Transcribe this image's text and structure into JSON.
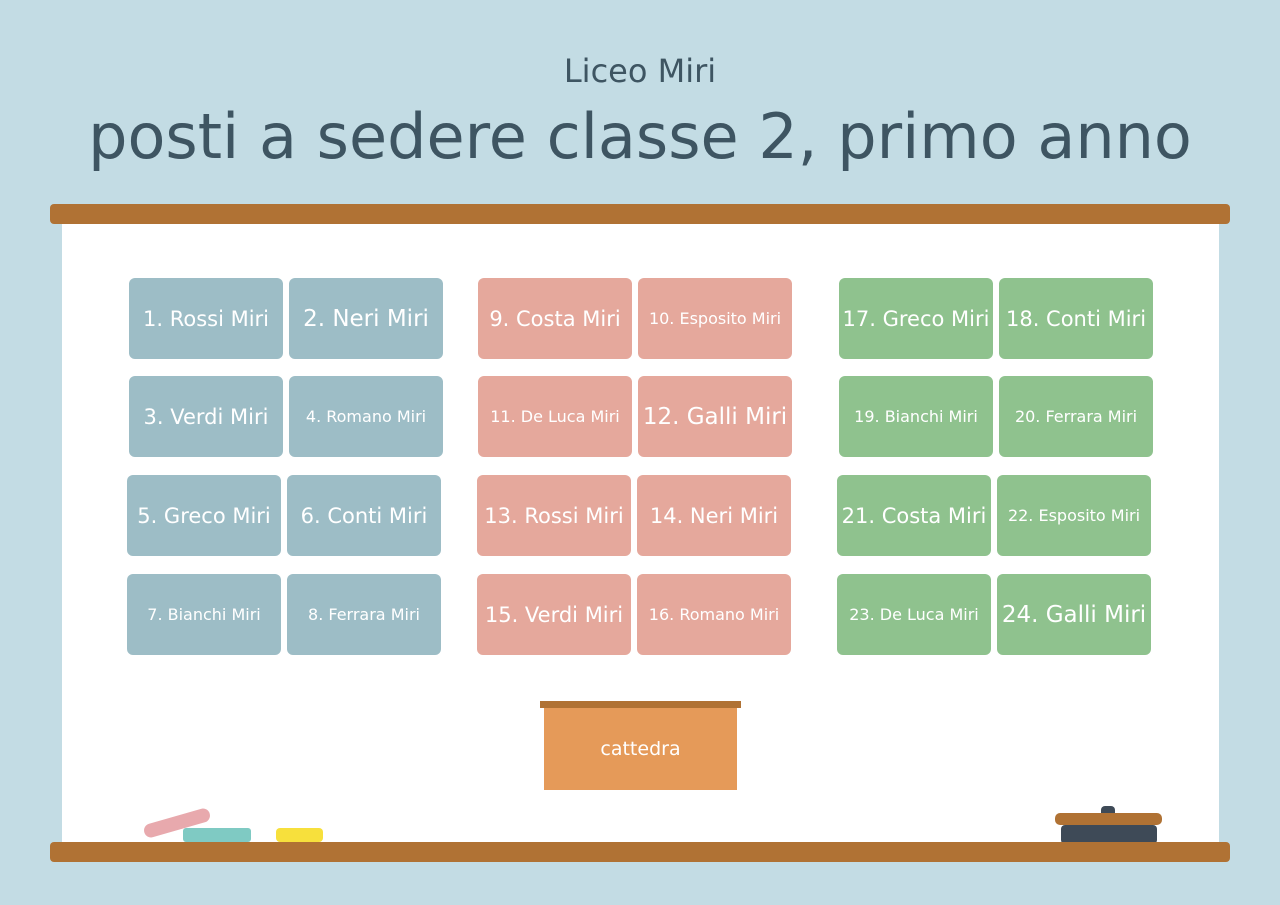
{
  "header": {
    "school": "Liceo Miri",
    "title": "posti a sedere classe 2, primo anno"
  },
  "colors": {
    "background": "#c3dce4",
    "rail": "#b07234",
    "group_1": "#9dbdc6",
    "group_2": "#e5a89c",
    "group_3": "#8fc28e",
    "teacher_desk": "#e59a59",
    "chalk": [
      "#e8a9ad",
      "#7fcac3",
      "#f7e03c"
    ],
    "eraser": "#3e4a57"
  },
  "desks": [
    "1. Rossi Miri",
    "2. Neri Miri",
    "3. Verdi Miri",
    "4. Romano Miri",
    "5. Greco Miri",
    "6. Conti Miri",
    "7. Bianchi Miri",
    "8. Ferrara Miri",
    "9. Costa Miri",
    "10. Esposito Miri",
    "11. De Luca Miri",
    "12. Galli Miri",
    "13. Rossi Miri",
    "14. Neri Miri",
    "15. Verdi Miri",
    "16. Romano Miri",
    "17. Greco Miri",
    "18. Conti Miri",
    "19. Bianchi Miri",
    "20. Ferrara Miri",
    "21. Costa Miri",
    "22. Esposito Miri",
    "23. De Luca Miri",
    "24. Galli Miri"
  ],
  "teacher_desk": {
    "label": "cattedra"
  },
  "icons": [
    "chalk-icon",
    "eraser-icon"
  ]
}
